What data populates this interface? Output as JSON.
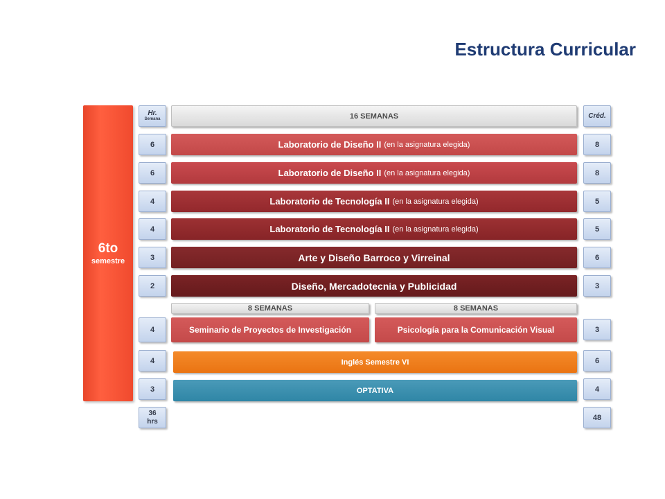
{
  "title": "Estructura Curricular",
  "semester": {
    "number": "6to",
    "label": "semestre"
  },
  "header": {
    "hours_label": "Hr.",
    "hours_sub": "Semana",
    "weeks": "16 SEMANAS",
    "credits_label": "Créd."
  },
  "subjects": [
    {
      "hours": "6",
      "name": "Laboratorio de Diseño II",
      "note": "(en la asignatura elegida)",
      "credits": "8"
    },
    {
      "hours": "6",
      "name": "Laboratorio de Diseño II",
      "note": "(en la asignatura elegida)",
      "credits": "8"
    },
    {
      "hours": "4",
      "name": "Laboratorio de Tecnología II",
      "note": "(en la asignatura elegida)",
      "credits": "5"
    },
    {
      "hours": "4",
      "name": "Laboratorio de Tecnología II",
      "note": "(en la asignatura elegida)",
      "credits": "5"
    },
    {
      "hours": "3",
      "name": "Arte y Diseño Barroco y Virreinal",
      "note": "",
      "credits": "6"
    },
    {
      "hours": "2",
      "name": "Diseño, Mercadotecnia y Publicidad",
      "note": "",
      "credits": "3"
    }
  ],
  "split": {
    "weeks_a": "8 SEMANAS",
    "weeks_b": "8 SEMANAS",
    "hours": "4",
    "subject_a": "Seminario de Proyectos de Investigación",
    "subject_b": "Psicología para la Comunicación Visual",
    "credits": "3"
  },
  "english": {
    "hours": "4",
    "name": "Inglés Semestre VI",
    "credits": "6"
  },
  "optativa": {
    "hours": "3",
    "name": "OPTATIVA",
    "credits": "4"
  },
  "totals": {
    "hours_num": "36",
    "hours_unit": "hrs",
    "credits": "48"
  },
  "colors": {
    "title": "#1f3b73",
    "semester": "#ff5f3f",
    "orange": "#ea7412",
    "teal": "#2f86a6",
    "header_gray": "#d9d9d9",
    "cell_blue": "#c3d3ec"
  }
}
